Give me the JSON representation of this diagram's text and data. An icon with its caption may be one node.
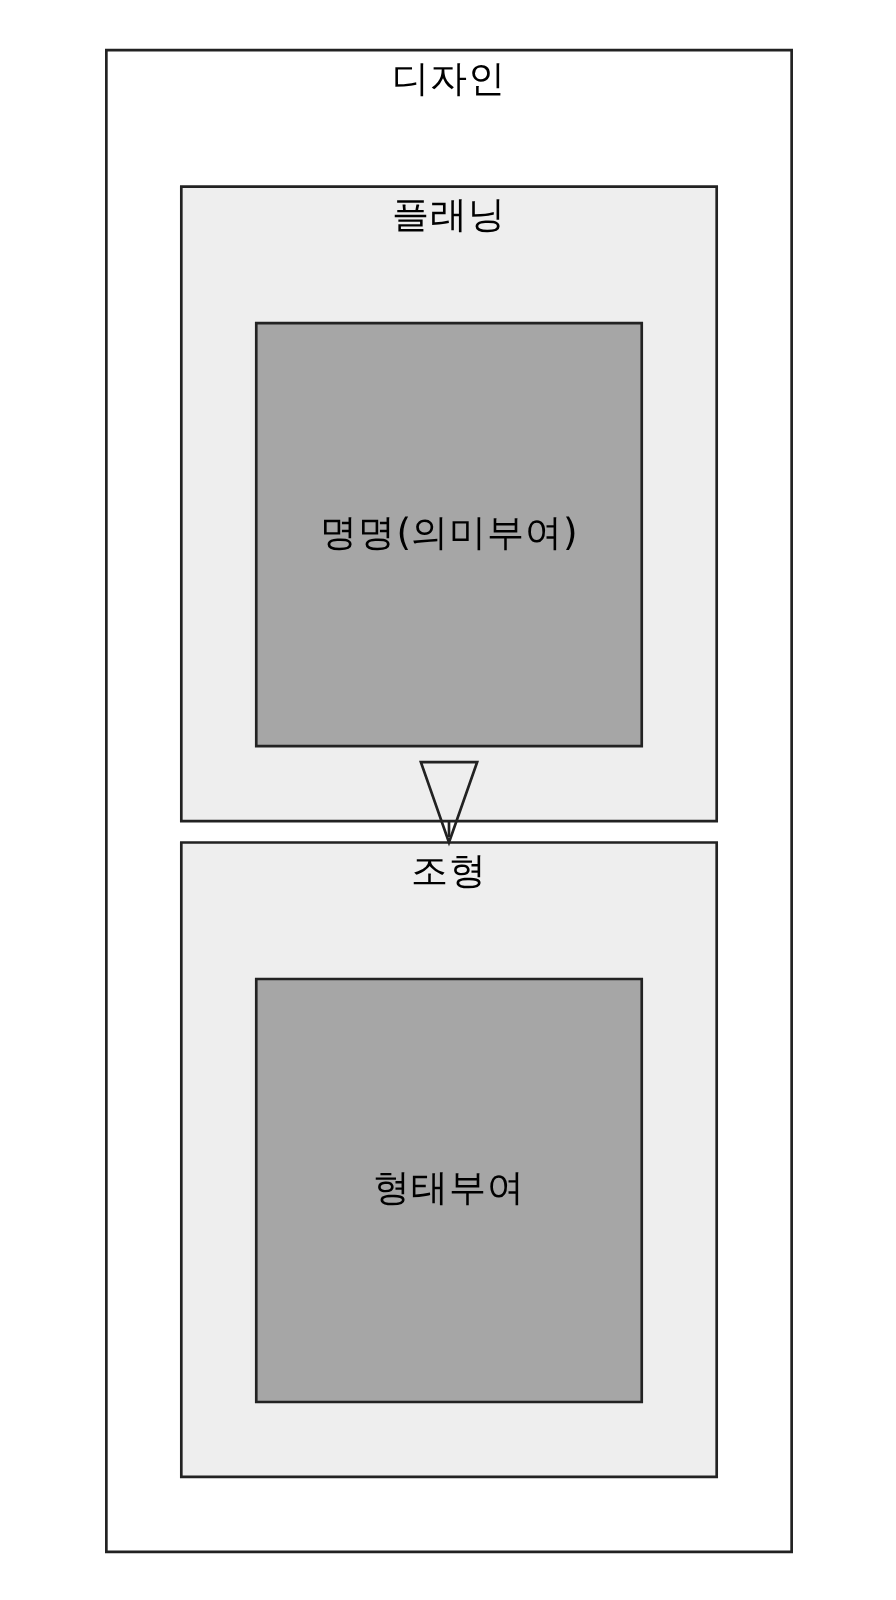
{
  "diagram": {
    "nodes": [
      {
        "text": [
          "디자인"
        ]
      },
      {
        "text": [
          "플래닝"
        ],
        "in": 0
      },
      {
        "text": [
          "명명(의미부여)"
        ],
        "in": 1
      },
      {
        "text": [
          "조형"
        ],
        "in": 0
      },
      {
        "text": [
          "형태부여"
        ],
        "in": 3
      }
    ],
    "edges": [
      {
        "from": 1,
        "to": 3,
        "arrow": "to"
      }
    ]
  }
}
